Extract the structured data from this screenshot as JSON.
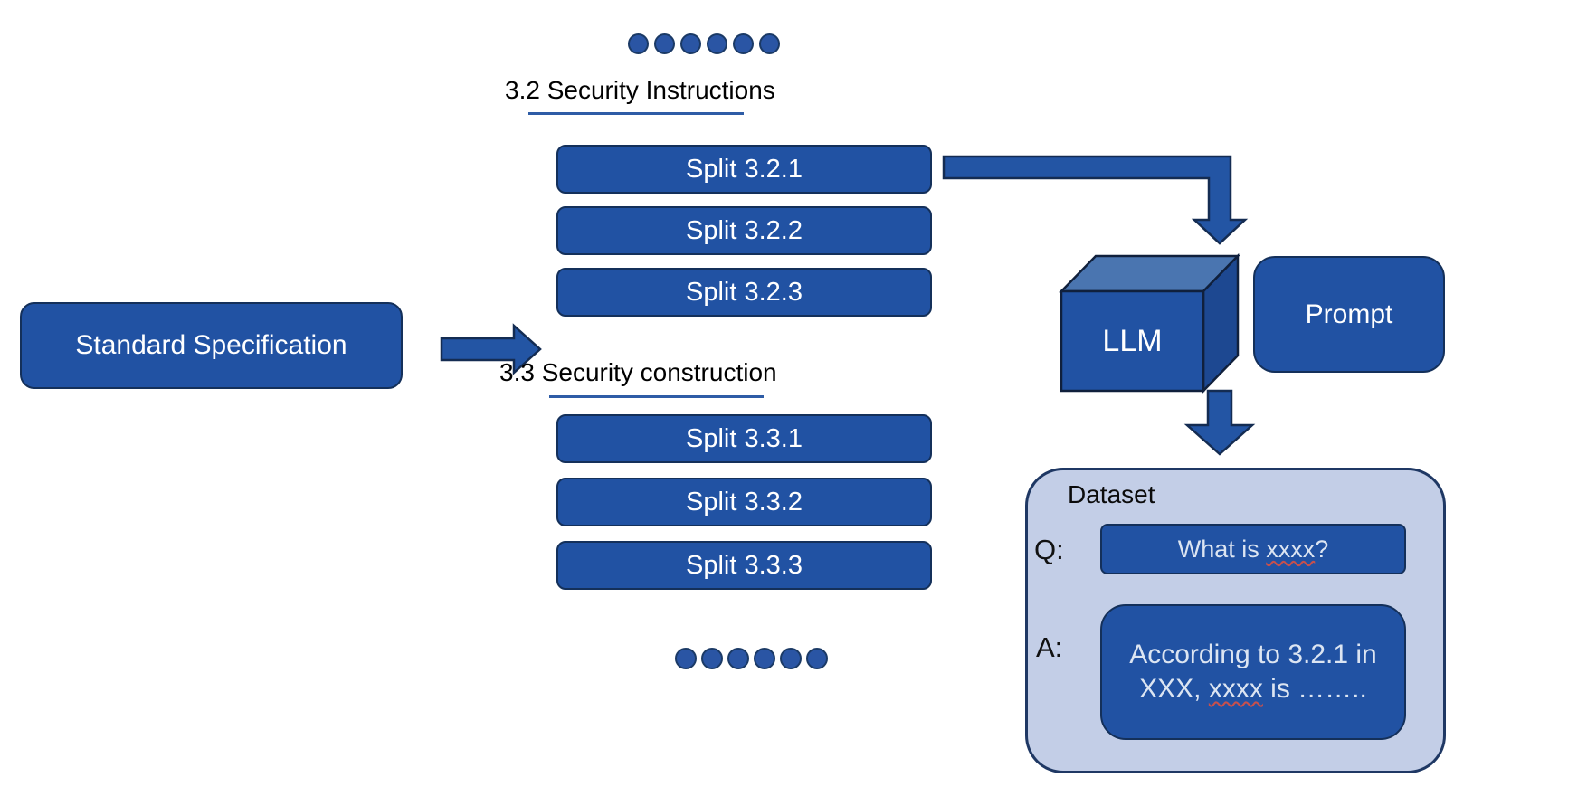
{
  "diagram_title": "Standard specification to QA dataset pipeline",
  "source": {
    "label": "Standard Specification"
  },
  "sections": [
    {
      "title": "3.2 Security Instructions",
      "splits": [
        "Split 3.2.1",
        "Split 3.2.2",
        "Split 3.2.3"
      ]
    },
    {
      "title": "3.3 Security construction",
      "splits": [
        "Split 3.3.1",
        "Split 3.3.2",
        "Split 3.3.3"
      ]
    }
  ],
  "ellipsis_dots": {
    "top_count": 6,
    "bottom_count": 6
  },
  "llm": {
    "label": "LLM"
  },
  "prompt": {
    "label": "Prompt"
  },
  "dataset": {
    "title": "Dataset",
    "q_label": "Q:",
    "a_label": "A:",
    "question": {
      "pre": "What is ",
      "x": "xxxx",
      "post": "?"
    },
    "answer": {
      "line1": "According to 3.2.1 in",
      "line2_pre": "XXX, ",
      "line2_x": "xxxx",
      "line2_post": " is …….."
    }
  },
  "colors": {
    "box_blue": "#2152A3",
    "box_border": "#14305A",
    "arrow_blue": "#2355A4",
    "arrow_border": "#142C52",
    "cube_top": "#4A75B0",
    "cube_side": "#1D4891",
    "cube_front": "#2152A3",
    "panel_fill": "#C3CEE7",
    "panel_border": "#1F3864",
    "title_underline": "#2E5CA6",
    "dot_fill": "#2A55A4",
    "squiggle_red": "#C9504C",
    "light_text": "#DCE5F2"
  }
}
